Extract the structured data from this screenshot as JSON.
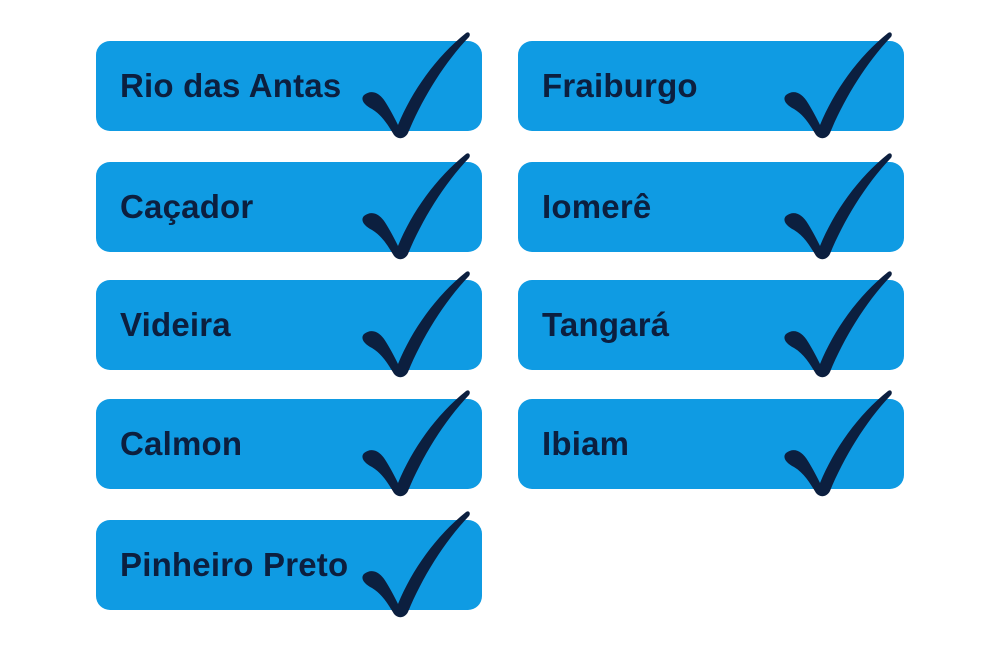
{
  "colors": {
    "card_background": "#0f9be3",
    "label_text": "#0c1f3f",
    "check_mark": "#0c1f3f",
    "page_background": "#ffffff"
  },
  "icon": "check-mark-icon",
  "cities": [
    {
      "name": "Rio das Antas",
      "checked": true
    },
    {
      "name": "Caçador",
      "checked": true
    },
    {
      "name": "Videira",
      "checked": true
    },
    {
      "name": "Calmon",
      "checked": true
    },
    {
      "name": "Pinheiro Preto",
      "checked": true
    },
    {
      "name": "Fraiburgo",
      "checked": true
    },
    {
      "name": "Iomerê",
      "checked": true
    },
    {
      "name": "Tangará",
      "checked": true
    },
    {
      "name": "Ibiam",
      "checked": true
    }
  ]
}
